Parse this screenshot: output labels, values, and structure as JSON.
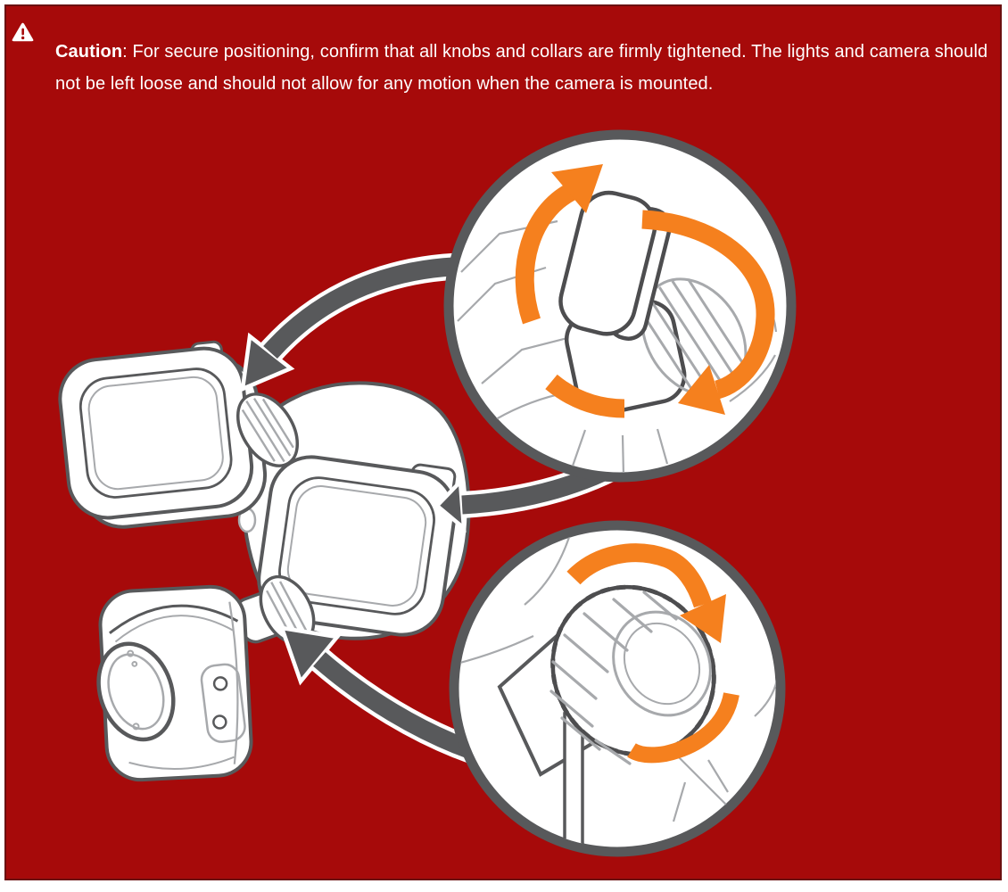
{
  "caution": {
    "label": "Caution",
    "separator": ": ",
    "body": "For secure positioning, confirm that all knobs and collars are firmly tightened. The lights and camera should not be left loose and should not allow for any motion when the camera is mounted.",
    "icon": "warning-triangle-icon"
  },
  "figure": {
    "alt": "Floodlight camera with two light heads and camera unit; magnified circles show the light-head knob and the camera mount collar being rotated tight",
    "icons": [
      "rotate-arrow-icon",
      "callout-arrow-icon"
    ]
  },
  "colors": {
    "panel_red": "#A60A0A",
    "panel_border": "#6B1111",
    "outline_dark": "#58595B",
    "outline_mid": "#4D4D4F",
    "outline_light": "#A7A9AC",
    "accent_orange": "#F5801E",
    "text_white": "#FFFFFF"
  }
}
